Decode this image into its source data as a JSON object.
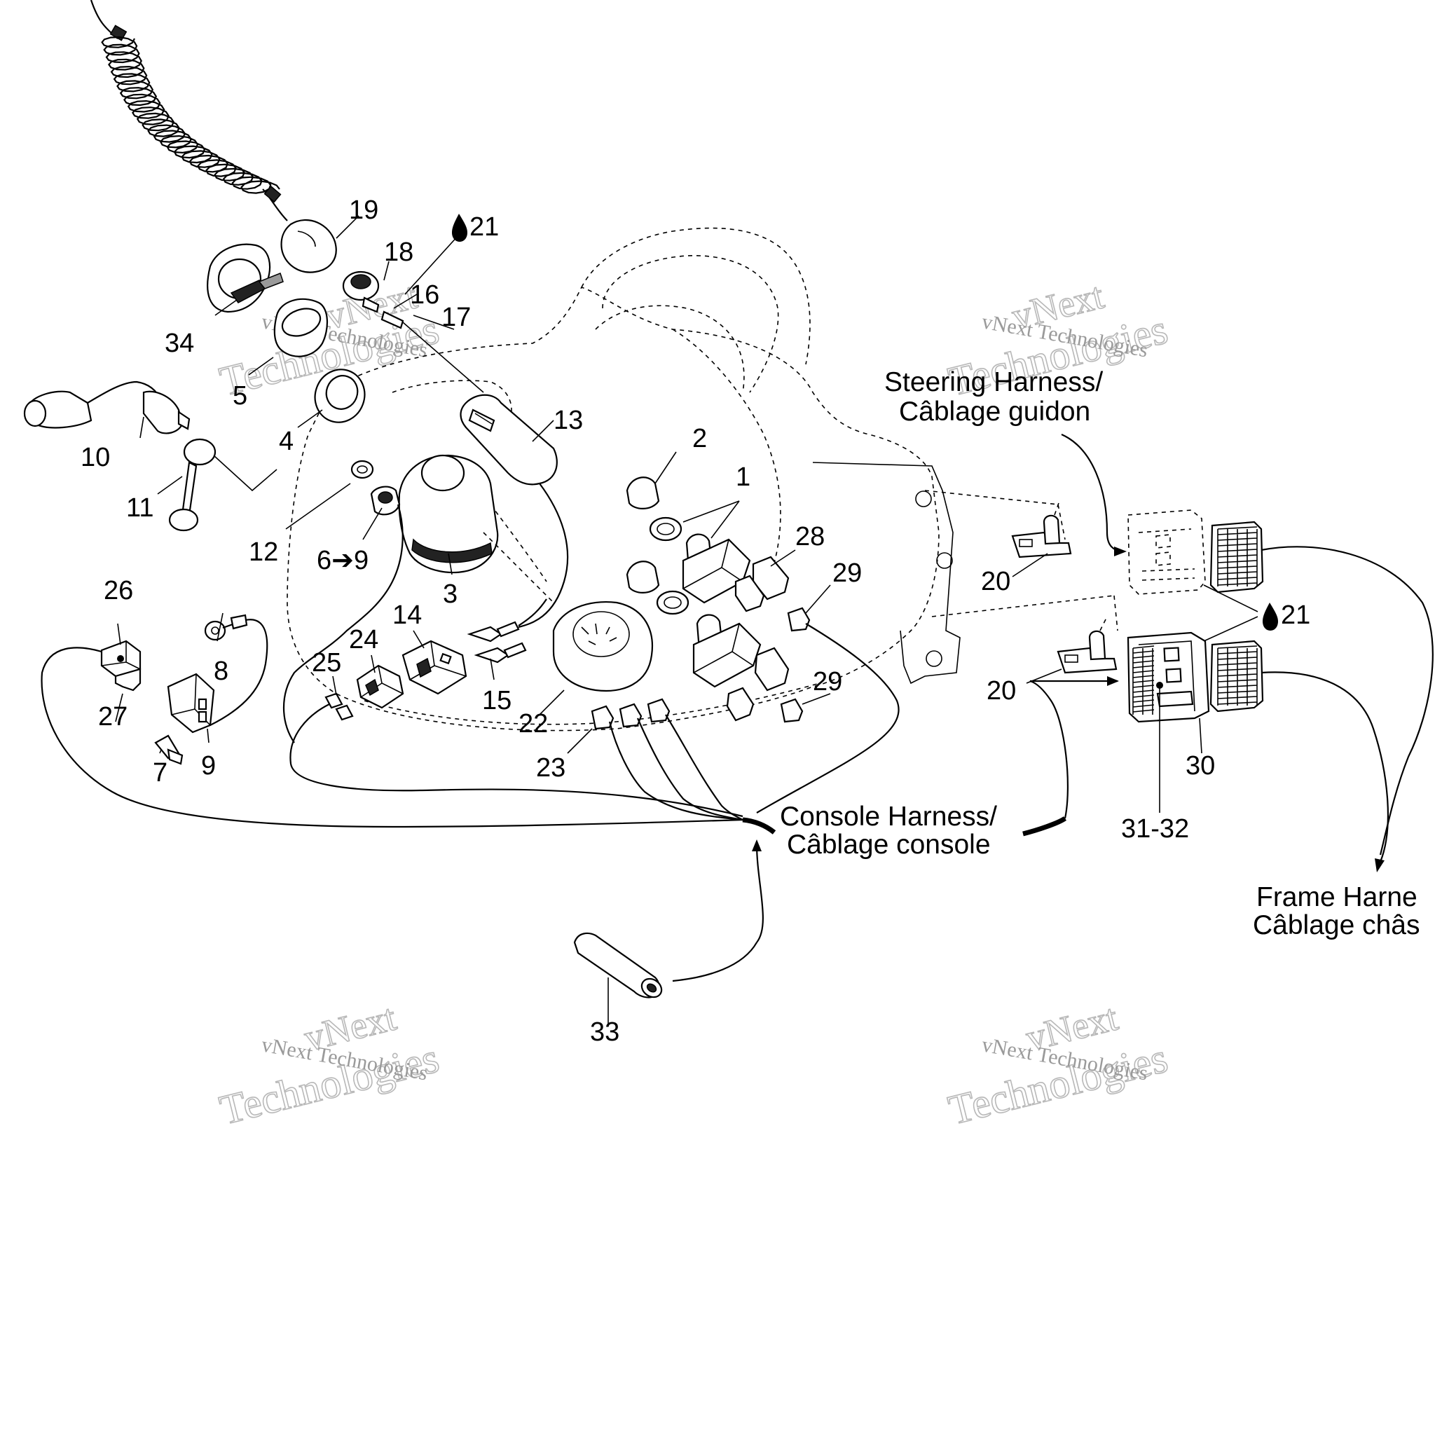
{
  "diagram": {
    "callouts": {
      "c1": "1",
      "c2": "2",
      "c3": "3",
      "c4": "4",
      "c5": "5",
      "c6to9": "6➔9",
      "c7": "7",
      "c8": "8",
      "c9": "9",
      "c10": "10",
      "c11": "11",
      "c12": "12",
      "c13": "13",
      "c14": "14",
      "c15": "15",
      "c16": "16",
      "c17": "17",
      "c18": "18",
      "c19": "19",
      "c21a": "21",
      "c21b": "21",
      "c20a": "20",
      "c20b": "20",
      "c22": "22",
      "c23": "23",
      "c24": "24",
      "c25": "25",
      "c26": "26",
      "c27": "27",
      "c28": "28",
      "c29a": "29",
      "c29b": "29",
      "c30": "30",
      "c3132": "31-32",
      "c33": "33",
      "c34": "34"
    },
    "harnesses": {
      "steering_line1": "Steering Harness/",
      "steering_line2": "Câblage guidon",
      "console_line1": "Console Harness/",
      "console_line2": "Câblage console",
      "frame_line1": "Frame Harne",
      "frame_line2": "Câblage châs"
    },
    "watermark": {
      "big_line1": "vNext",
      "big_line2": "Technologies",
      "small": "vNext Technologies"
    },
    "colors": {
      "ink": "#000000",
      "paper": "#ffffff",
      "watermark": "#b8b8b8"
    },
    "icons": {
      "drop": "drop-icon",
      "arrow": "right-arrow-icon"
    }
  }
}
